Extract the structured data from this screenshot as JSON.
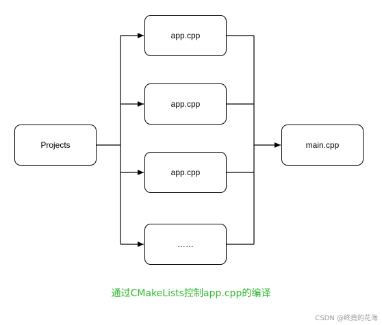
{
  "diagram": {
    "source_node": "Projects",
    "middle_nodes": [
      "app.cpp",
      "app.cpp",
      "app.cpp",
      "……"
    ],
    "target_node": "main.cpp"
  },
  "caption": "通过CMakeLists控制app.cpp的编译",
  "watermark": "CSDN @终竟的花海",
  "colors": {
    "caption": "#2eb82e",
    "stroke": "#000000"
  }
}
